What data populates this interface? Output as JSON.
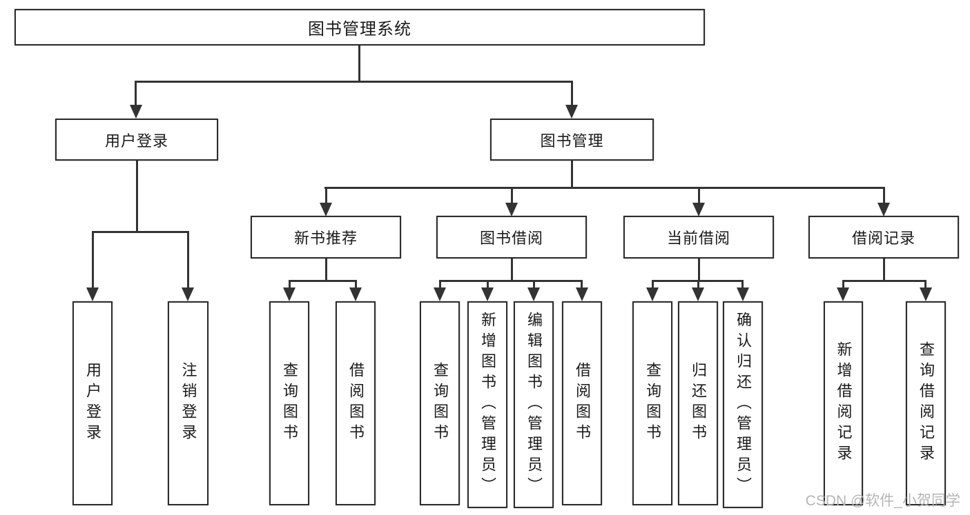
{
  "colors": {
    "background": "#ffffff",
    "line": "#333333",
    "box_border": "#2d2d2d",
    "text": "#1a1a1a",
    "watermark": "#b5b5b5"
  },
  "icons": {
    "arrow_down": "solid-triangle-down (css border shape)"
  },
  "tree": {
    "root": {
      "label": "图书管理系统"
    },
    "branches": [
      {
        "label": "用户登录",
        "children": [
          {
            "label": "用户登录"
          },
          {
            "label": "注销登录"
          }
        ]
      },
      {
        "label": "图书管理",
        "children": [
          {
            "label": "新书推荐",
            "children": [
              {
                "label": "查询图书"
              },
              {
                "label": "借阅图书"
              }
            ]
          },
          {
            "label": "图书借阅",
            "children": [
              {
                "label": "查询图书"
              },
              {
                "label": "新增图书（管理员）"
              },
              {
                "label": "编辑图书（管理员）"
              },
              {
                "label": "借阅图书"
              }
            ]
          },
          {
            "label": "当前借阅",
            "children": [
              {
                "label": "查询图书"
              },
              {
                "label": "归还图书"
              },
              {
                "label": "确认归还（管理员）"
              }
            ]
          },
          {
            "label": "借阅记录",
            "children": [
              {
                "label": "新增借阅记录"
              },
              {
                "label": "查询借阅记录"
              }
            ]
          }
        ]
      }
    ]
  },
  "watermark": {
    "text": "CSDN @软件_小贺同学"
  }
}
